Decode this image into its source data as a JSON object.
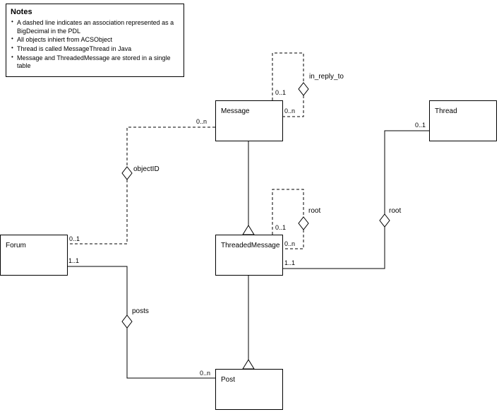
{
  "notes": {
    "title": "Notes",
    "items": [
      "A dashed line indicates an association represented as a BigDecimal in the PDL",
      "All objects inhiert from ACSObject",
      "Thread is called MessageThread in Java",
      "Message and ThreadedMessage are stored in a single table"
    ]
  },
  "diagram": {
    "classes": {
      "message": {
        "name": "Message"
      },
      "thread": {
        "name": "Thread"
      },
      "threaded_message": {
        "name": "ThreadedMessage"
      },
      "forum": {
        "name": "Forum"
      },
      "post": {
        "name": "Post"
      }
    },
    "associations": {
      "in_reply_to": {
        "label": "in_reply_to",
        "target_mult": "0..1",
        "source_mult": "0..n"
      },
      "object_id": {
        "label": "objectID",
        "message_mult": "0..n",
        "forum_mult": "0..1"
      },
      "root_self": {
        "label": "root",
        "target_mult": "0..1",
        "source_mult": "0..n"
      },
      "root_thread": {
        "label": "root",
        "thread_mult": "0..1",
        "threaded_message_mult": "1..1"
      },
      "posts": {
        "label": "posts",
        "forum_mult": "1..1",
        "post_mult": "0..n"
      }
    }
  }
}
